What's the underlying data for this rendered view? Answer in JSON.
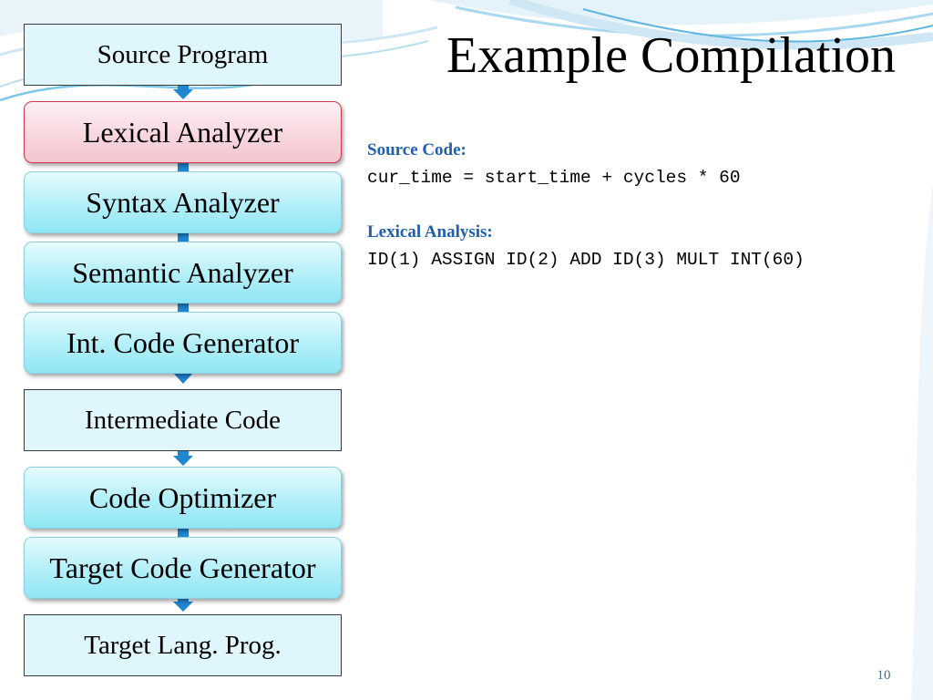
{
  "slide": {
    "title": "Example Compilation",
    "page_number": "10"
  },
  "pipeline": {
    "stages": [
      {
        "label": "Source Program",
        "kind": "plain"
      },
      {
        "label": "Lexical Analyzer",
        "kind": "process",
        "highlighted": true
      },
      {
        "label": "Syntax Analyzer",
        "kind": "process"
      },
      {
        "label": "Semantic Analyzer",
        "kind": "process"
      },
      {
        "label": "Int. Code Generator",
        "kind": "process"
      },
      {
        "label": "Intermediate Code",
        "kind": "plain"
      },
      {
        "label": "Code Optimizer",
        "kind": "process"
      },
      {
        "label": "Target Code Generator",
        "kind": "process"
      },
      {
        "label": "Target Lang. Prog.",
        "kind": "plain"
      }
    ]
  },
  "example": {
    "source_heading": "Source Code:",
    "source_line": "cur_time = start_time + cycles * 60",
    "lexical_heading": "Lexical Analysis:",
    "lexical_line": "ID(1) ASSIGN ID(2) ADD ID(3) MULT INT(60)"
  },
  "colors": {
    "arrow": "#1f86d0",
    "heading": "#1f5fb0",
    "highlight_border": "#cf3a4b",
    "box_fill": "#b2eff8"
  }
}
